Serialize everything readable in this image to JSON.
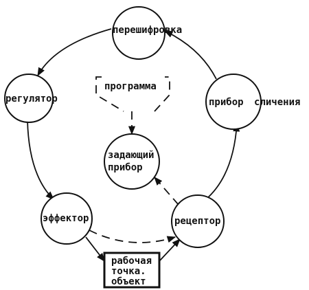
{
  "diagram": {
    "nodes": {
      "pereshifrovka": "перешифровка",
      "regulyator": "регулятор",
      "pribor_slicheniya_1": "прибор",
      "pribor_slicheniya_2": "сличения",
      "programma": "программа",
      "zadayushchiy_1": "задающий",
      "zadayushchiy_2": "прибор",
      "effektor": "эффектор",
      "retseptor": "рецептор",
      "obekt_1": "рабочая",
      "obekt_2": "точка.",
      "obekt_3": "объект"
    }
  }
}
